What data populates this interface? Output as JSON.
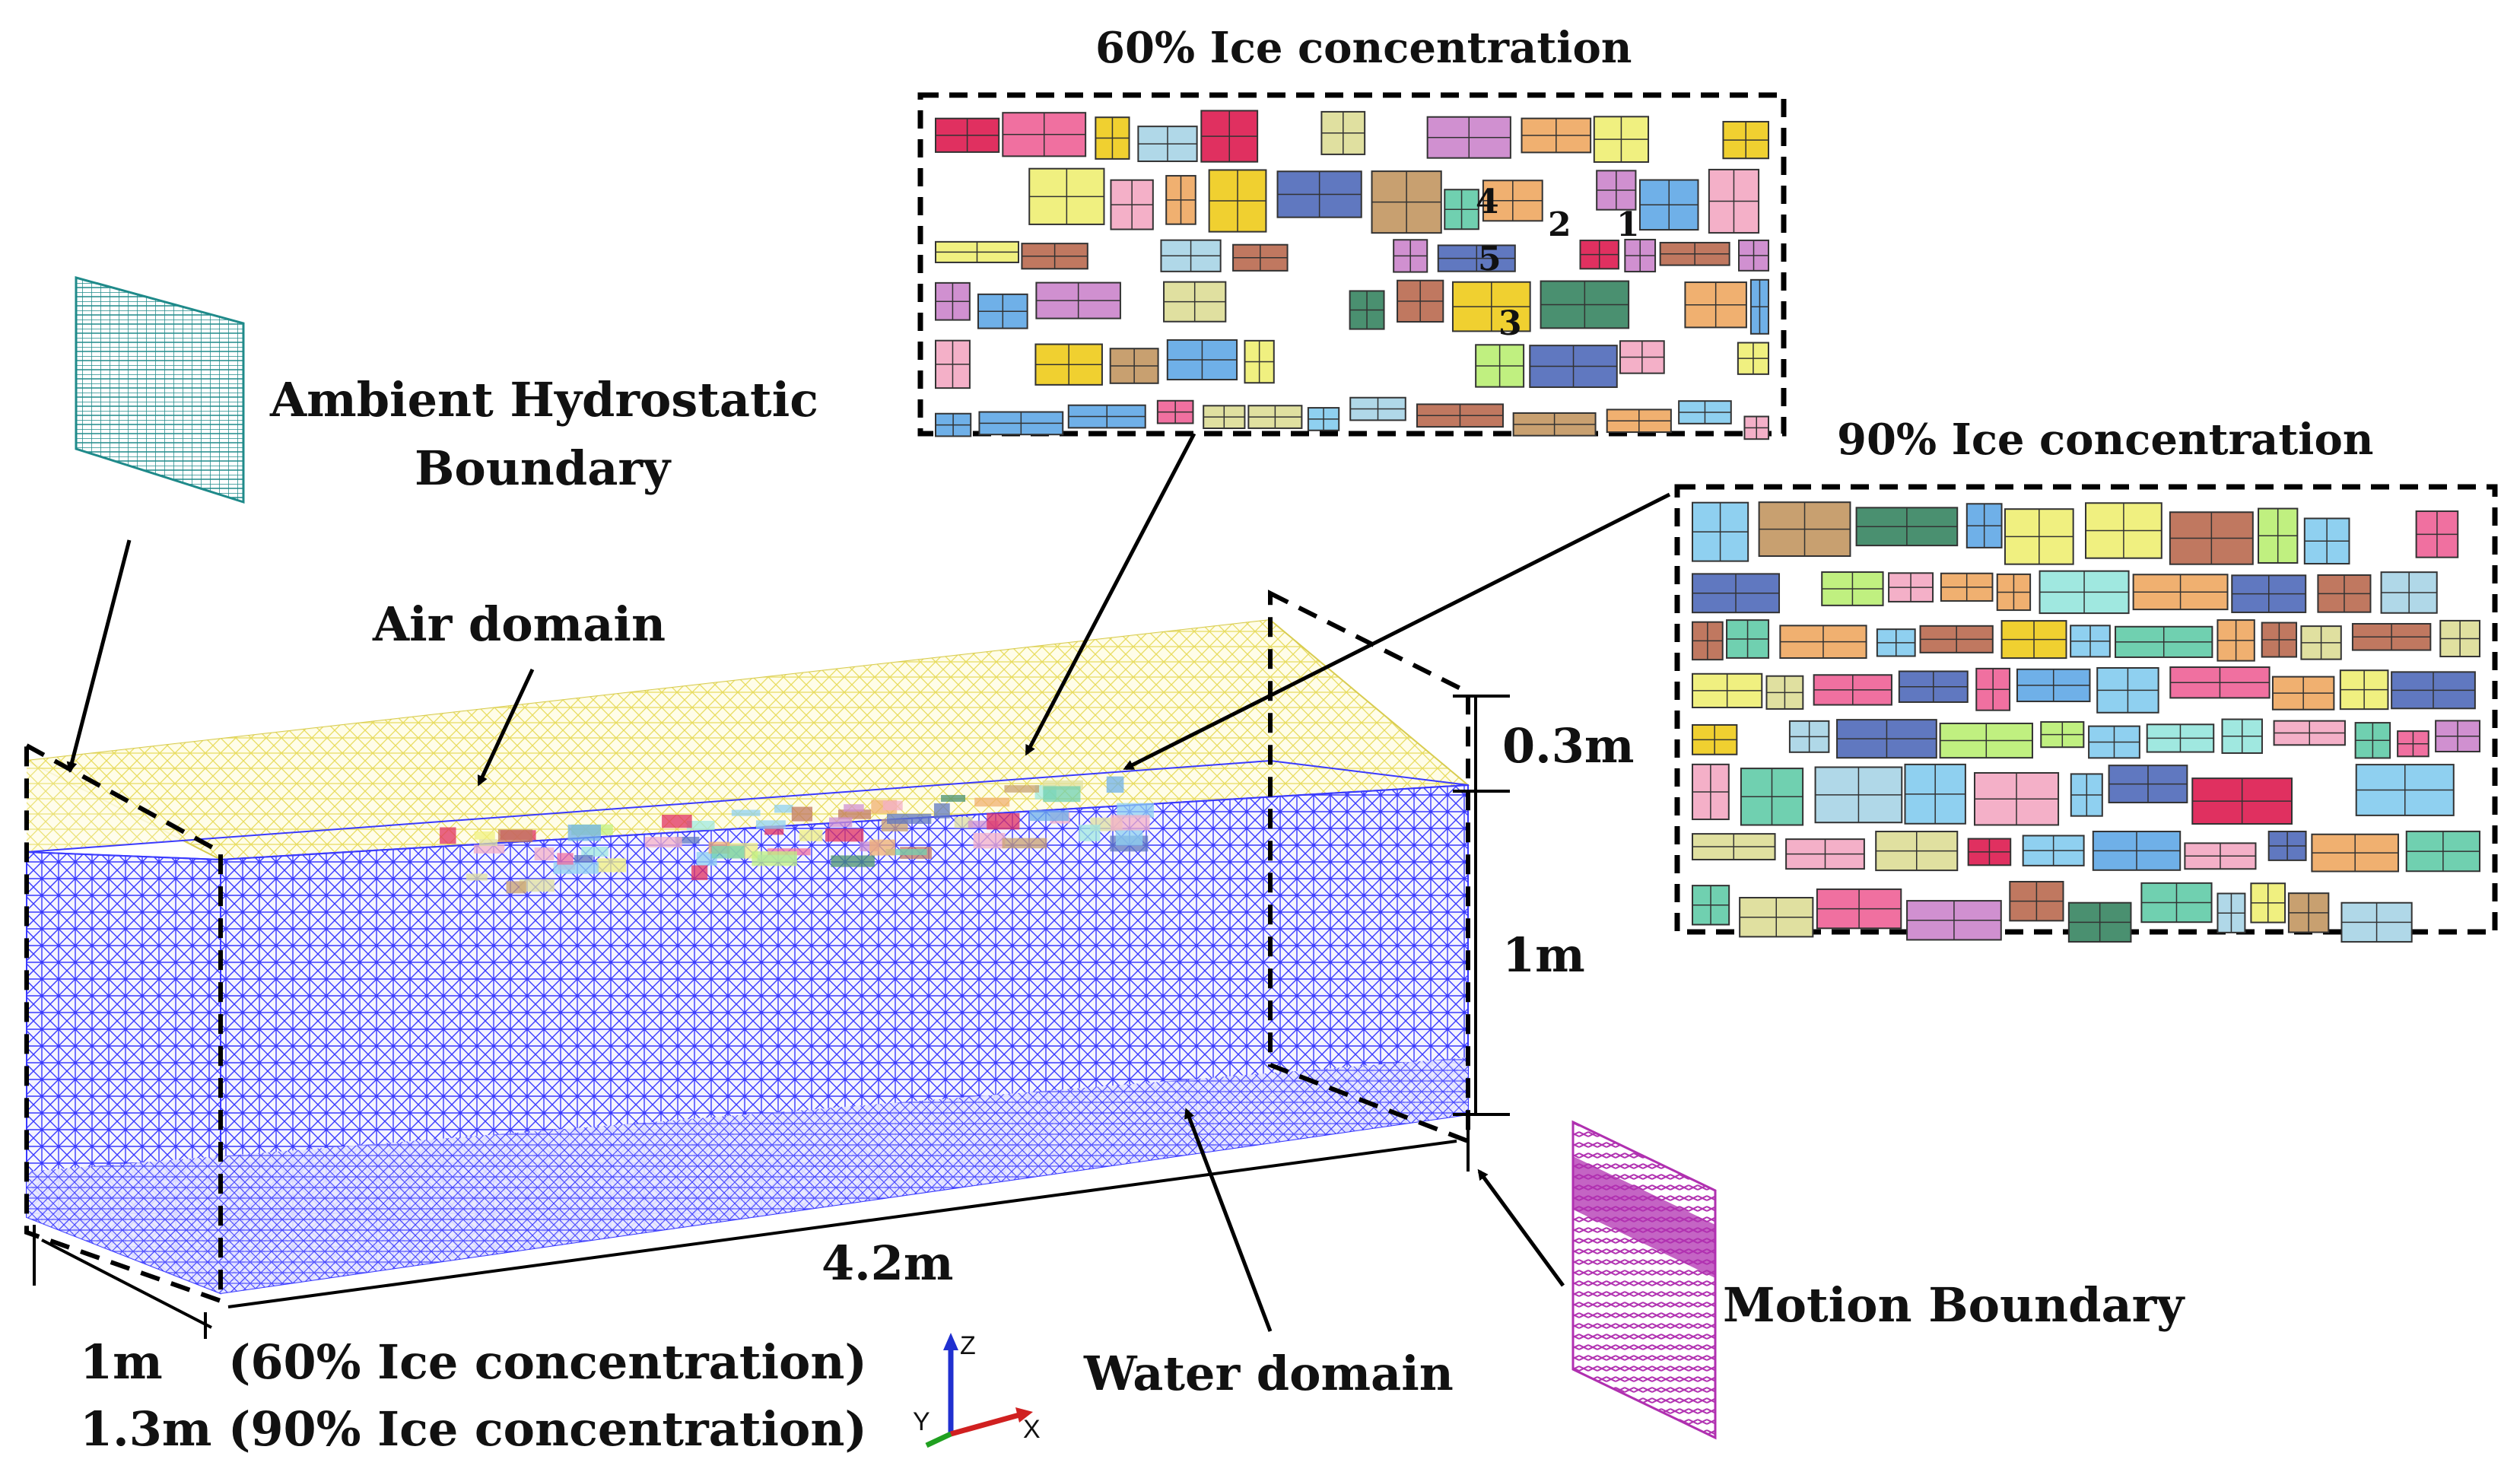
{
  "labels": {
    "ambient": [
      "Ambient Hydrostatic",
      "Boundary"
    ],
    "air_domain": "Air domain",
    "water_domain": "Water domain",
    "motion_boundary": "Motion Boundary",
    "dim_length": "4.2m",
    "dim_air": "0.3m",
    "dim_water": "1m",
    "width_60_value": "1m",
    "width_60_note": "(60% Ice concentration)",
    "width_90_value": "1.3m",
    "width_90_note": "(90% Ice concentration)",
    "inset60_title": "60% Ice concentration",
    "inset90_title": "90% Ice concentration",
    "axis_z": "Z",
    "axis_y": "Y",
    "axis_x": "X"
  },
  "floe_numbers": [
    "1",
    "2",
    "3",
    "4",
    "5"
  ],
  "colors": {
    "water_mesh": "#3a3aff",
    "air_mesh": "#e8e070",
    "ambient_mesh": "#1f8a8a",
    "motion_mesh": "#b030b0",
    "dashed_frame": "#000000",
    "floe_palette": [
      "#8fd0f0",
      "#f0b070",
      "#f0d030",
      "#c8a070",
      "#f4b0c8",
      "#f0f080",
      "#c0f080",
      "#d090d0",
      "#6fb0e8",
      "#e03060",
      "#4a9070",
      "#a0e8e0",
      "#6078c0",
      "#e0e0a0",
      "#f070a0",
      "#70d0b0",
      "#c07860",
      "#b0d8e8"
    ]
  }
}
